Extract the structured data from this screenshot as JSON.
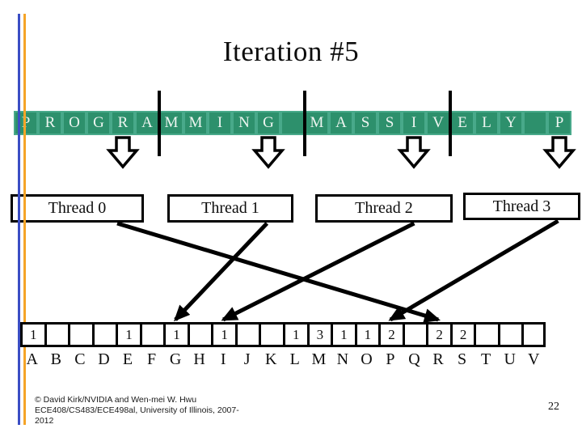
{
  "slide": {
    "title": "Iteration #5",
    "page_number": "22",
    "footer": {
      "line1": "© David Kirk/NVIDIA and Wen-mei W. Hwu",
      "line2": "ECE408/CS483/ECE498al, University of Illinois, 2007-",
      "line3": "2012"
    }
  },
  "tape": {
    "text": "PROGRAMMING MASSIVELY P",
    "cells": [
      "P",
      "R",
      "O",
      "G",
      "R",
      "A",
      "M",
      "M",
      "I",
      "N",
      "G",
      "",
      "M",
      "A",
      "S",
      "S",
      "I",
      "V",
      "E",
      "L",
      "Y",
      "",
      "P"
    ],
    "section_dividers_after_cell": [
      6,
      12,
      18
    ],
    "current_access_cells": [
      5,
      11,
      17,
      23
    ]
  },
  "threads": [
    {
      "label": "Thread 0"
    },
    {
      "label": "Thread 1"
    },
    {
      "label": "Thread 2"
    },
    {
      "label": "Thread 3"
    }
  ],
  "connections": [
    {
      "thread": 0,
      "bin": "R"
    },
    {
      "thread": 1,
      "bin": "G"
    },
    {
      "thread": 2,
      "bin": "I"
    },
    {
      "thread": 3,
      "bin": "P"
    }
  ],
  "histogram": {
    "letters": [
      "A",
      "B",
      "C",
      "D",
      "E",
      "F",
      "G",
      "H",
      "I",
      "J",
      "K",
      "L",
      "M",
      "N",
      "O",
      "P",
      "Q",
      "R",
      "S",
      "T",
      "U",
      "V"
    ],
    "values": [
      "1",
      "",
      "",
      "",
      "1",
      "",
      "1",
      "",
      "1",
      "",
      "",
      "1",
      "3",
      "1",
      "1",
      "2",
      "",
      "2",
      "2",
      "",
      "",
      ""
    ]
  },
  "colors": {
    "tape_cell_fill": "#2d906c",
    "tape_cell_border": "#48a98a",
    "tape_letter": "#edf5f0",
    "bar_blue": "#3b4ec4",
    "bar_orange": "#f5a428",
    "ink": "#000000"
  }
}
